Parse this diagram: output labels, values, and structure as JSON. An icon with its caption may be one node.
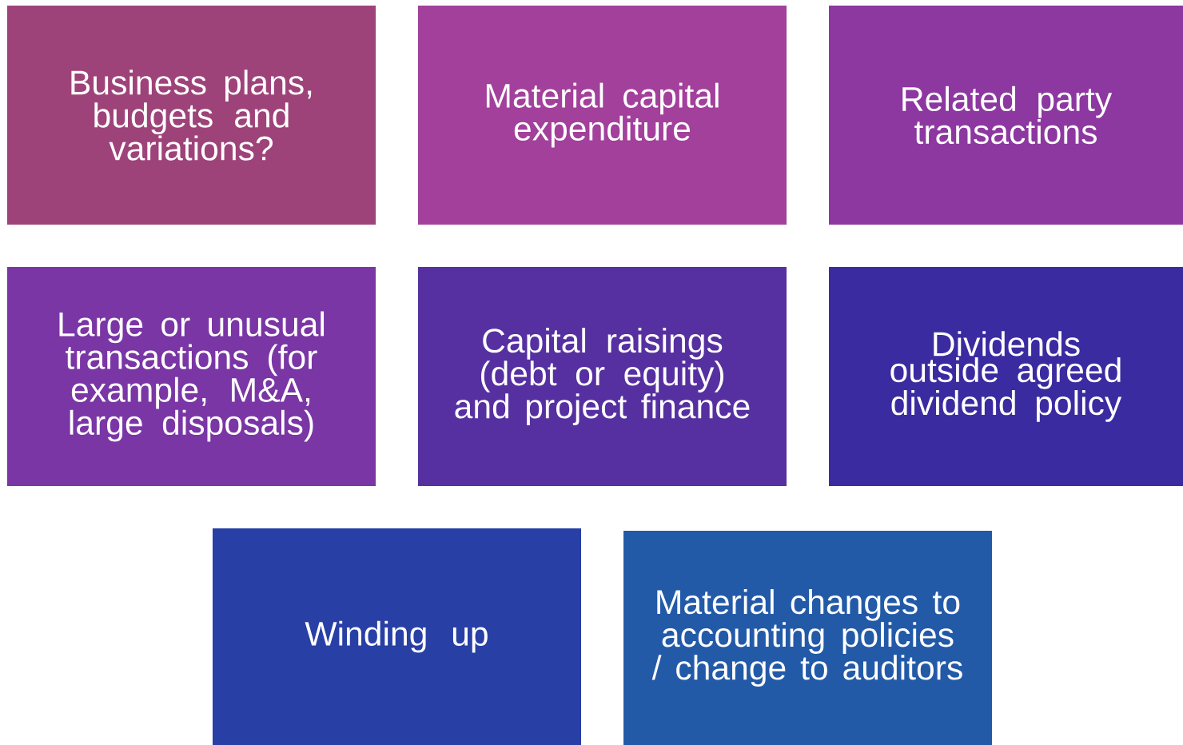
{
  "diagram": {
    "nodes": [
      {
        "text": [
          "Business plans, budgets and variations?"
        ]
      },
      {
        "text": [
          "Material capital expenditure"
        ]
      },
      {
        "text": [
          "Related party transactions"
        ]
      },
      {
        "text": [
          "Large or unusual transactions (for example, M&A, large disposals)"
        ]
      },
      {
        "text": [
          "Capital raisings (debt or equity) and project finance"
        ]
      },
      {
        "text": [
          "Dividends outside agreed dividend policy"
        ]
      },
      {
        "text": [
          "Winding up"
        ]
      },
      {
        "text": [
          "Material changes to accounting policies / change to auditors"
        ]
      }
    ]
  }
}
